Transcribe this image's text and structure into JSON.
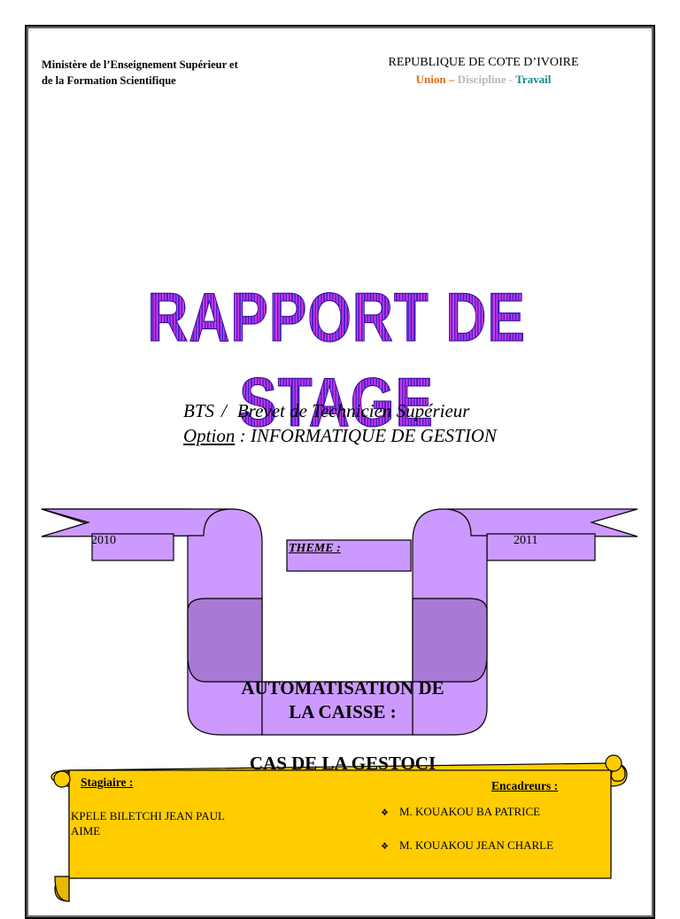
{
  "header": {
    "ministry_line1": "Ministère de l’Enseignement  Supérieur et",
    "ministry_line2": "de la Formation Scientifique",
    "republic": "REPUBLIQUE DE COTE D’IVOIRE",
    "motto_union": "Union",
    "motto_sep1": " – ",
    "motto_discipline": "Discipline",
    "motto_sep2": " - ",
    "motto_travail": "Travail"
  },
  "title": "RAPPORT DE STAGE",
  "degree": {
    "abbr": "BTS",
    "separator": "/",
    "full": "Brevet de Technicien Supérieur",
    "option_label": "Option",
    "option_value": " : INFORMATIQUE DE GESTION"
  },
  "banner": {
    "year_start": "2010",
    "year_end": "2011",
    "theme_label": "THEME :"
  },
  "subject": {
    "line1": "AUTOMATISATION DE",
    "line2": "LA CAISSE :",
    "case": "CAS DE LA GESTOCI"
  },
  "people": {
    "trainee_label": "Stagiaire :",
    "trainee_name_line1": "KPELE BILETCHI JEAN PAUL",
    "trainee_name_line2": "AIME",
    "supervisors_label": "Encadreurs :",
    "supervisors": [
      "M. KOUAKOU BA PATRICE",
      "M. KOUAKOU JEAN CHARLE"
    ]
  },
  "colors": {
    "ribbon_fill": "#cc99ff",
    "ribbon_dark": "#a87ad6",
    "scroll_fill": "#ffcc00",
    "motto_union": "#e06c1b",
    "motto_discipline": "#b9b9b9",
    "motto_travail": "#178a8a"
  }
}
